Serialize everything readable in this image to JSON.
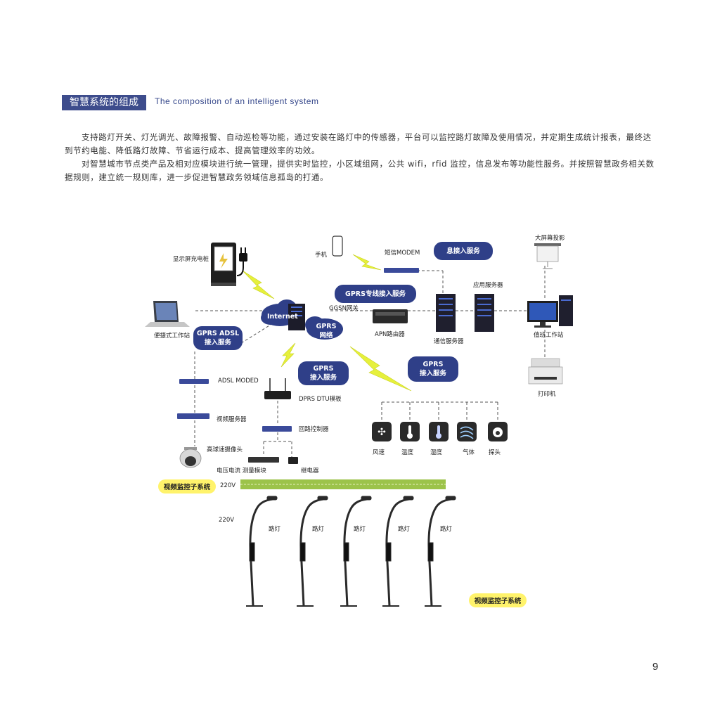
{
  "header": {
    "title_cn": "智慧系统的组成",
    "title_en": "The composition of an intelligent system"
  },
  "paragraphs": [
    "支持路灯开关、灯光调光、故障报警、自动巡检等功能，通过安装在路灯中的传感器，平台可以监控路灯故障及使用情况，并定期生成统计报表，最终达到节约电能、降低路灯故障、节省运行成本、提高管理效率的功效。",
    "对智慧城市节点类产品及相对应模块进行统一管理，提供实时监控，小区域组网，公共 wifi，rfid 监控，信息发布等功能性服务。并按照智慧政务相关数据规则，建立统一规则库，进一步促进智慧政务领域信息孤岛的打通。"
  ],
  "diagram": {
    "labels": {
      "charger": "显示屏充电桩",
      "phone": "手机",
      "sms_modem": "短信MODEM",
      "big_screen": "大屏幕投影",
      "laptop": "便捷式工作站",
      "internet": "Internet",
      "ggsn": "GGSN网关",
      "apn": "APN路由器",
      "comm_server": "通信服务器",
      "app_server": "应用服务器",
      "duty_ws": "值班工作站",
      "printer": "打印机",
      "adsl_moded": "ADSL MODED",
      "dtu": "DPRS DTU模板",
      "video_server": "视频服务器",
      "loop_ctrl": "回路控制器",
      "dome_cam": "高球速摄像头",
      "vc_meter": "电压电流 测量模块",
      "relay": "继电器",
      "v220_a": "220V",
      "v220_b": "220V",
      "wind": "风速",
      "temp": "温度",
      "humidity": "湿度",
      "gas": "气体",
      "probe": "探头",
      "lamp": "路灯"
    },
    "pills": {
      "info_access": "息接入服务",
      "gprs_dedicated": "GPRS专线接入服务",
      "gprs_net": "GPRS\n网络",
      "gprs_adsl": "GPRS ADSL\n接入服务",
      "gprs_access_1": "GPRS\n接入服务",
      "gprs_access_2": "GPRS\n接入服务",
      "video_sub_1": "视频监控子系统",
      "video_sub_2": "视频监控子系统"
    },
    "colors": {
      "navy": "#2f3f88",
      "yellow_pill": "#fff36b",
      "lightning": "#e6f03c",
      "bus_green": "#9cc34a"
    }
  },
  "page_number": "9"
}
